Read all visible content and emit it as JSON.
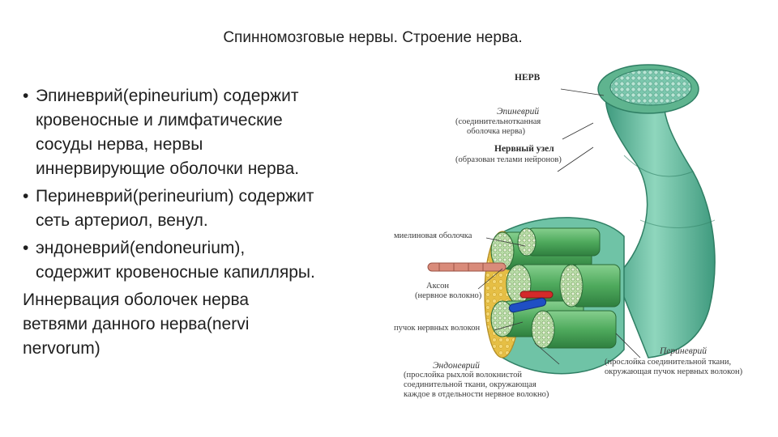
{
  "title": "Спинномозговые нервы. Строение нерва.",
  "bullets": [
    {
      "lines": [
        "Эпиневрий(epineurium) содержит",
        "кровеносные и лимфатические",
        "сосуды нерва, нервы",
        "иннервирующие оболочки нерва."
      ]
    },
    {
      "lines": [
        "Периневрий(perineurium) содержит",
        "сеть артериол, венул."
      ]
    },
    {
      "lines": [
        "эндоневрий(endoneurium),",
        "содержит кровеносные капилляры."
      ]
    }
  ],
  "note_lines": [
    "Иннервация оболочек нерва",
    "ветвями данного нерва(nervi",
    "nervorum)"
  ],
  "bullet_char": "•",
  "figure": {
    "labels": {
      "nerve": "НЕРВ",
      "epineurium_title": "Эпиневрий",
      "epineurium_desc": [
        "(соединительнотканная",
        "оболочка нерва)"
      ],
      "ganglion_title": "Нервный узел",
      "ganglion_desc": "(образован телами нейронов)",
      "myelin": "миелиновая оболочка",
      "axon_title": "Аксон",
      "axon_desc": "(нервное волокно)",
      "bundle": "пучок нервных волокон",
      "endoneurium_title": "Эндоневрий",
      "endoneurium_desc": [
        "(прослойка рыхлой волокнистой",
        "соединительной ткани, окружающая",
        "каждое в отдельности нервное волокно)"
      ],
      "perineurium_title": "Периневрий",
      "perineurium_desc": [
        "(прослойка соединительной ткани,",
        "окружающая пучок нервных волокон)"
      ]
    },
    "colors": {
      "epineurium": "#6fc3a6",
      "epineurium_dark": "#3f9a7e",
      "fat": "#e8c24a",
      "bundle": "#5fb56e",
      "axon": "#d98b7a",
      "artery": "#d42a2a",
      "vein": "#1f4fc4"
    }
  }
}
